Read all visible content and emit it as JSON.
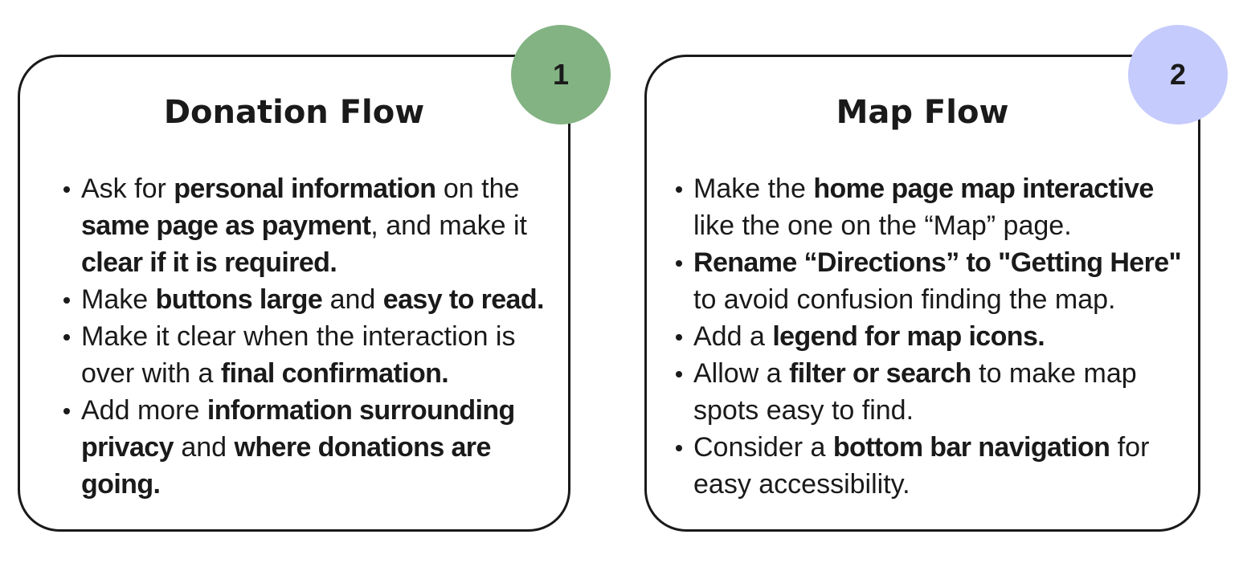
{
  "colors": {
    "badge_1": "#83b383",
    "badge_2": "#c5cbfc",
    "border": "#1a1a1a",
    "text": "#1a1a1a"
  },
  "cards": [
    {
      "badge": "1",
      "title": "Donation Flow",
      "bullets": [
        [
          {
            "t": "Ask for ",
            "b": false
          },
          {
            "t": "personal information",
            "b": true
          },
          {
            "t": " on the ",
            "b": false
          },
          {
            "t": "same page as payment",
            "b": true
          },
          {
            "t": ", and make it ",
            "b": false
          },
          {
            "t": "clear if it is required.",
            "b": true
          }
        ],
        [
          {
            "t": "Make ",
            "b": false
          },
          {
            "t": "buttons large",
            "b": true
          },
          {
            "t": " and ",
            "b": false
          },
          {
            "t": "easy to read.",
            "b": true
          }
        ],
        [
          {
            "t": "Make it clear when the interaction is over with a ",
            "b": false
          },
          {
            "t": "final confirmation.",
            "b": true
          }
        ],
        [
          {
            "t": "Add more ",
            "b": false
          },
          {
            "t": "information surrounding privacy",
            "b": true
          },
          {
            "t": " and ",
            "b": false
          },
          {
            "t": "where donations are going.",
            "b": true
          }
        ]
      ]
    },
    {
      "badge": "2",
      "title": "Map Flow",
      "bullets": [
        [
          {
            "t": "Make the ",
            "b": false
          },
          {
            "t": "home page map interactive",
            "b": true
          },
          {
            "t": " like the one on the “Map” page.",
            "b": false
          }
        ],
        [
          {
            "t": "Rename “Directions” to \"Getting Here\"",
            "b": true
          },
          {
            "t": " to avoid confusion finding the map.",
            "b": false
          }
        ],
        [
          {
            "t": "Add a ",
            "b": false
          },
          {
            "t": "legend for map icons.",
            "b": true
          }
        ],
        [
          {
            "t": "Allow a ",
            "b": false
          },
          {
            "t": "filter or search",
            "b": true
          },
          {
            "t": " to make map spots easy to find.",
            "b": false
          }
        ],
        [
          {
            "t": "Consider a ",
            "b": false
          },
          {
            "t": "bottom bar navigation",
            "b": true
          },
          {
            "t": " for easy accessibility.",
            "b": false
          }
        ]
      ]
    }
  ]
}
